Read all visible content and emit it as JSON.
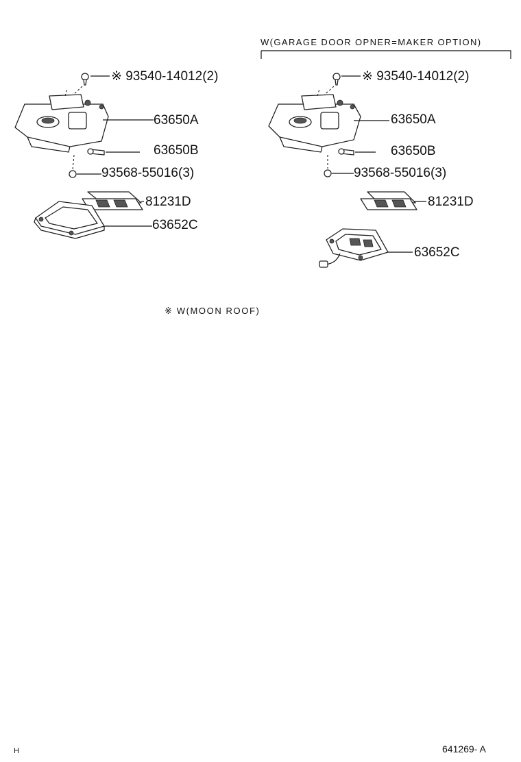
{
  "option_header": "W(GARAGE DOOR OPNER=MAKER OPTION)",
  "left_group": {
    "screw_top": "※ 93540-14012(2)",
    "lamp_assy": "63650A",
    "bulb": "63650B",
    "screw_bottom": "93568-55016(3)",
    "lens": "81231D",
    "housing": "63652C"
  },
  "right_group": {
    "screw_top": "※ 93540-14012(2)",
    "lamp_assy": "63650A",
    "bulb": "63650B",
    "screw_bottom": "93568-55016(3)",
    "lens": "81231D",
    "housing": "63652C"
  },
  "moon_roof_note": "※ W(MOON ROOF)",
  "corner_mark": "H",
  "diagram_code": "641269- A"
}
